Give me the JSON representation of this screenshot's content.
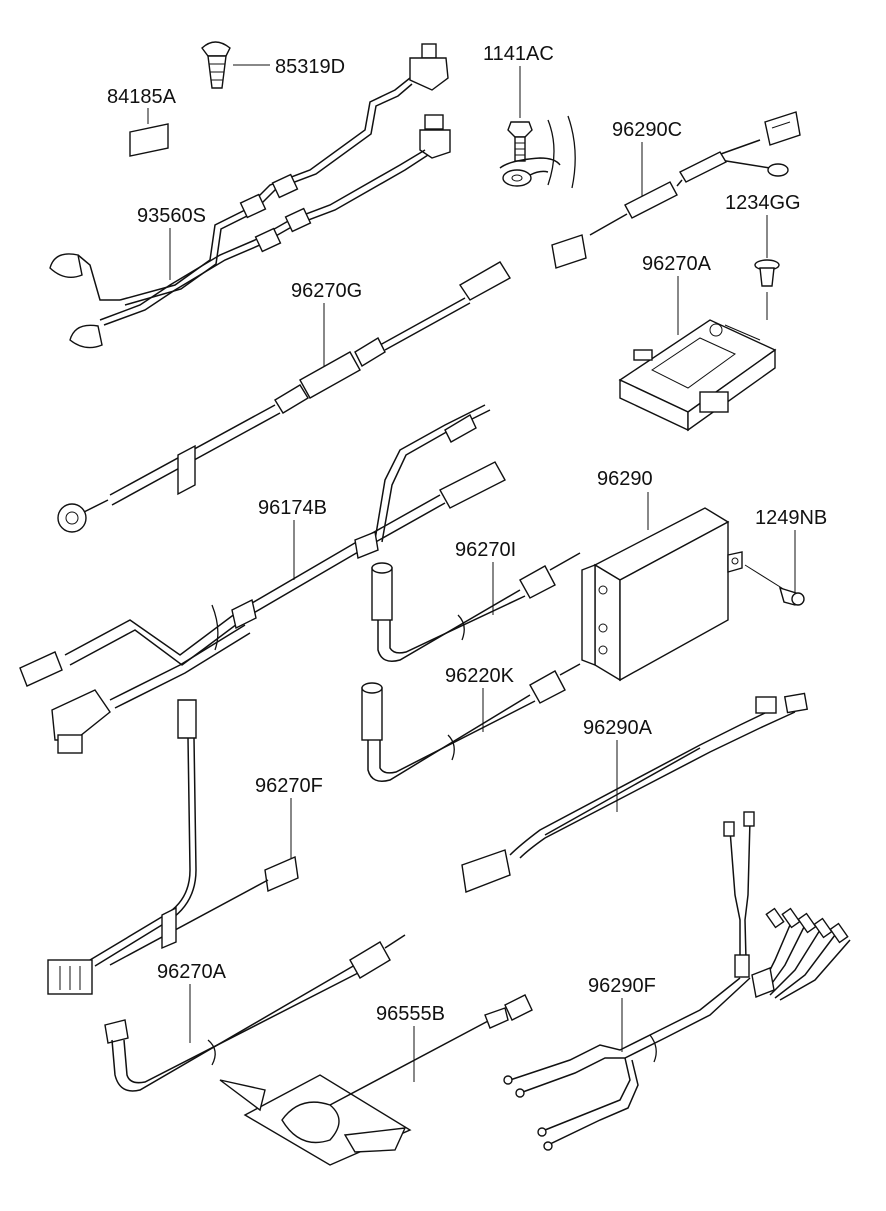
{
  "diagram": {
    "labels": {
      "p85319D": "85319D",
      "p84185A": "84185A",
      "p1141AC": "1141AC",
      "p96290C": "96290C",
      "p1234GG": "1234GG",
      "p93560S": "93560S",
      "p96270G": "96270G",
      "p96270A_top": "96270A",
      "p96290": "96290",
      "p1249NB": "1249NB",
      "p96174B": "96174B",
      "p96270I": "96270I",
      "p96220K": "96220K",
      "p96290A": "96290A",
      "p96270F": "96270F",
      "p96270A_bottom": "96270A",
      "p96555B": "96555B",
      "p96290F": "96290F"
    }
  }
}
